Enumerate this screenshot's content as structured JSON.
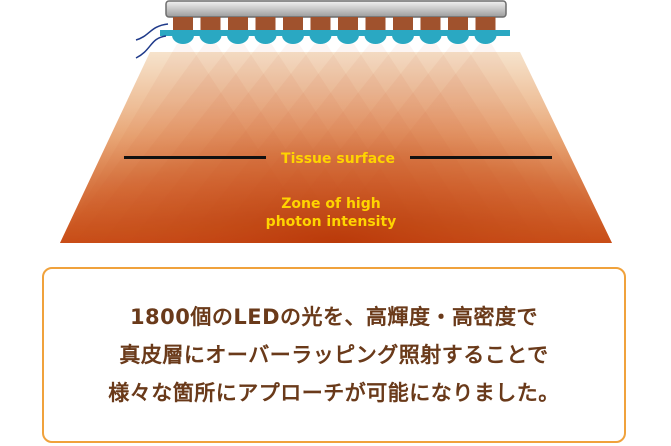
{
  "diagram": {
    "labels": {
      "tissue_surface": "Tissue surface",
      "zone_line1": "Zone of high",
      "zone_line2": "photon intensity"
    },
    "led_count": 12,
    "colors": {
      "rail": "#c9c9c9",
      "led_block": "#a0522d",
      "lens": "#2aa8c2",
      "beam_light": "#f3dcc0",
      "beam_dark": "#c4410b",
      "label": "#ffd400",
      "border": "#f0a23c",
      "caption_text": "#6a3a1a"
    }
  },
  "caption": {
    "lines": [
      "1800個のLEDの光を、高輝度・高密度で",
      "真皮層にオーバーラッピング照射することで",
      "様々な箇所にアプローチが可能になりました。"
    ]
  }
}
